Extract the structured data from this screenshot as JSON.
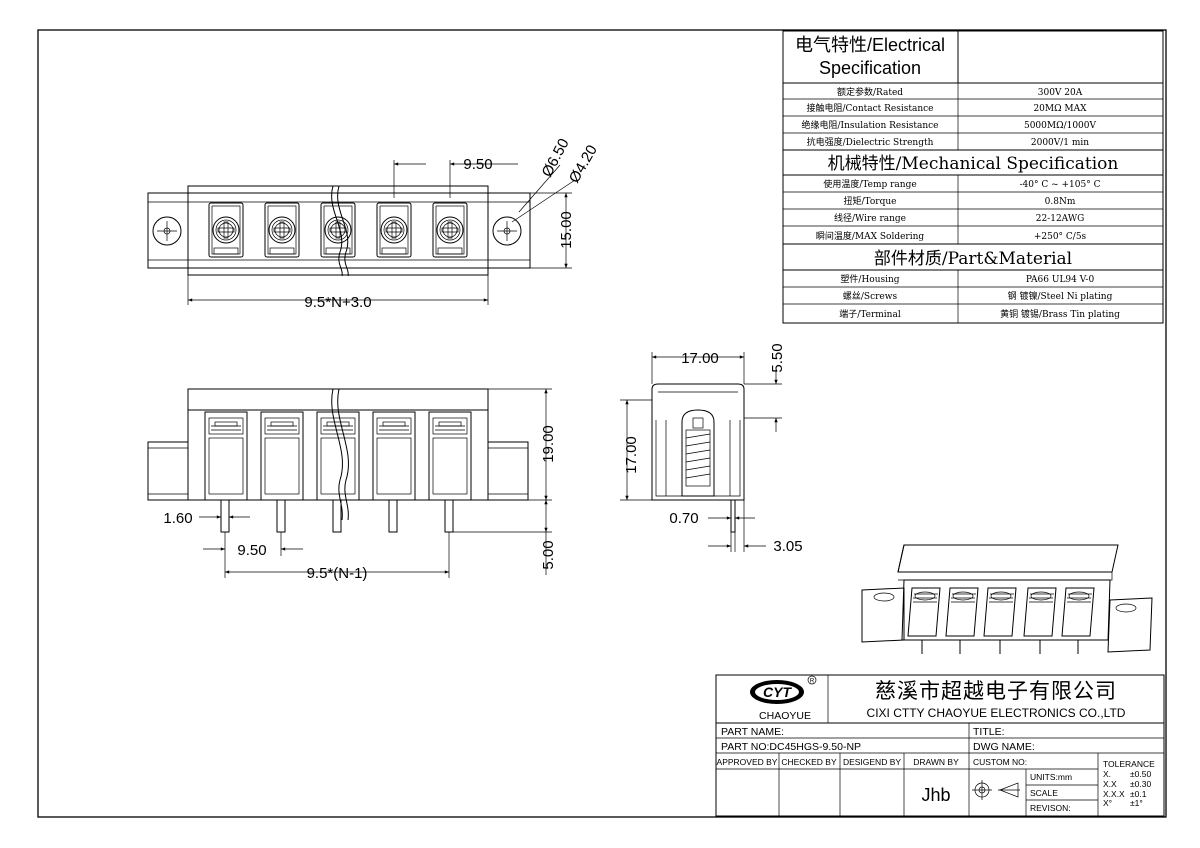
{
  "spec_table": {
    "electrical_title_1": "电气特性/Electrical",
    "electrical_title_2": "Specification",
    "electrical_rows": [
      {
        "label": "额定参数/Rated",
        "value": "300V 20A"
      },
      {
        "label": "接触电阻/Contact Resistance",
        "value": "20MΩ MAX"
      },
      {
        "label": "绝缘电阻/Insulation Resistance",
        "value": "5000MΩ/1000V"
      },
      {
        "label": "抗电强度/Dielectric Strength",
        "value": "2000V/1 min"
      }
    ],
    "mechanical_title": "机械特性/Mechanical Specification",
    "mechanical_rows": [
      {
        "label": "使用温度/Temp range",
        "value": "-40° C ~ +105° C"
      },
      {
        "label": "扭矩/Torque",
        "value": "0.8Nm"
      },
      {
        "label": "线径/Wire range",
        "value": "22-12AWG"
      },
      {
        "label": "瞬间温度/MAX Soldering",
        "value": "+250° C/5s"
      }
    ],
    "material_title": "部件材质/Part&Material",
    "material_rows": [
      {
        "label": "塑件/Housing",
        "value": "PA66 UL94 V-0"
      },
      {
        "label": "螺丝/Screws",
        "value": "钢 镀镍/Steel Ni plating"
      },
      {
        "label": "端子/Terminal",
        "value": "黄铜 镀锡/Brass Tin plating"
      }
    ]
  },
  "dimensions": {
    "top_pitch": "9.50",
    "hole_large": "Ø6.50",
    "hole_small": "Ø4.20",
    "top_height": "15.00",
    "top_length": "9.5*N+3.0",
    "front_height": "19.00",
    "pin_width": "1.60",
    "pin_pitch": "9.50",
    "pin_span": "9.5*(N-1)",
    "pin_length": "5.00",
    "side_width": "17.00",
    "side_cover": "5.50",
    "side_height": "17.00",
    "side_pin_thickness": "0.70",
    "side_pin_offset": "3.05"
  },
  "title_block": {
    "brand": "CHAOYUE",
    "logo_letters": "CYT",
    "company_cn": "慈溪市超越电子有限公司",
    "company_en": "CIXI CTTY CHAOYUE ELECTRONICS CO.,LTD",
    "part_name_label": "PART NAME:",
    "title_label": "TITLE:",
    "part_no_label": "PART NO:DC45HGS-9.50-NP",
    "dwg_name_label": "DWG NAME:",
    "approved_by": "APPROVED BY",
    "checked_by": "CHECKED BY",
    "designed_by": "DESIGEND BY",
    "drawn_by": "DRAWN BY",
    "drawn_by_value": "Jhb",
    "custom_no": "CUSTOM NO:",
    "units": "UNITS:mm",
    "scale": "SCALE",
    "revision": "REVISON:",
    "tolerance_title": "TOLERANCE",
    "tolerances": [
      {
        "label": "X.",
        "value": "±0.50"
      },
      {
        "label": "X.X",
        "value": "±0.30"
      },
      {
        "label": "X.X.X",
        "value": "±0.1"
      },
      {
        "label": "X°",
        "value": "±1°"
      }
    ]
  }
}
